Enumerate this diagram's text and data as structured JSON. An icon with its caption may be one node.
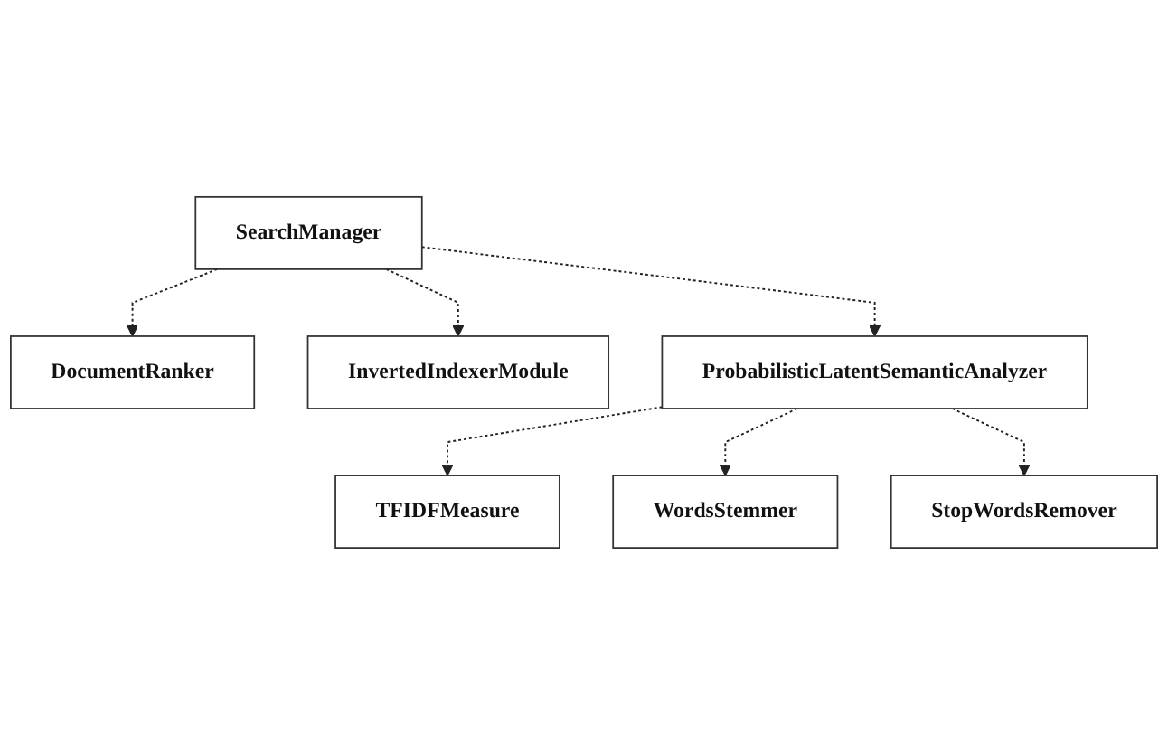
{
  "diagram": {
    "nodes": [
      {
        "text": [
          "DocumentRanker"
        ]
      },
      {
        "text": [
          "InvertedIndexerModule"
        ]
      },
      {
        "text": [
          "SearchManager"
        ]
      },
      {
        "text": [
          "TFIDFMeasure"
        ]
      },
      {
        "text": [
          "ProbabilisticLatentSemanticAnalyzer"
        ]
      },
      {
        "text": [
          "WordsStemmer"
        ]
      },
      {
        "text": [
          "StopWordsRemover"
        ]
      }
    ],
    "edges": [
      {
        "from": 2,
        "to": 0,
        "arrow": "to",
        "style": "dashed"
      },
      {
        "from": 2,
        "to": 1,
        "arrow": "to",
        "style": "dashed"
      },
      {
        "from": 2,
        "to": 4,
        "arrow": "to",
        "style": "dashed"
      },
      {
        "from": 4,
        "to": 3,
        "arrow": "to",
        "style": "dashed"
      },
      {
        "from": 4,
        "to": 5,
        "arrow": "to",
        "style": "dashed"
      },
      {
        "from": 4,
        "to": 6,
        "arrow": "to",
        "style": "dashed"
      }
    ]
  }
}
